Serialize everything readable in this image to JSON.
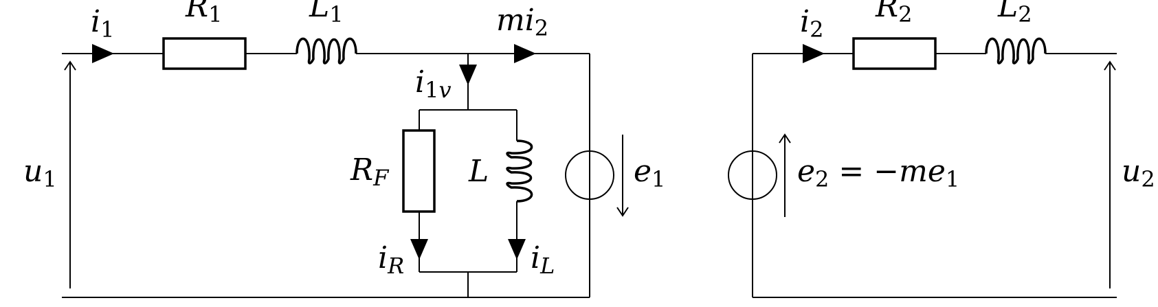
{
  "diagram": {
    "labels": {
      "i1": {
        "main": "i",
        "sub": "1"
      },
      "R1": {
        "main": "R",
        "sub": "1"
      },
      "L1": {
        "main": "L",
        "sub": "1"
      },
      "mi2": {
        "main": "mi",
        "sub": "2"
      },
      "i1v": {
        "main": "i",
        "sub": "1",
        "sub2": "v"
      },
      "RF": {
        "main": "R",
        "sub": "F"
      },
      "L": {
        "main": "L"
      },
      "iR": {
        "main": "i",
        "sub": "R"
      },
      "iL": {
        "main": "i",
        "sub": "L"
      },
      "e1": {
        "main": "e",
        "sub": "1"
      },
      "u1": {
        "main": "u",
        "sub": "1"
      },
      "i2": {
        "main": "i",
        "sub": "2"
      },
      "R2": {
        "main": "R",
        "sub": "2"
      },
      "L2": {
        "main": "L",
        "sub": "2"
      },
      "e2": {
        "main": "e",
        "sub": "2",
        "rest": " = −me",
        "sub3": "1"
      },
      "u2": {
        "main": "u",
        "sub": "2"
      }
    }
  }
}
